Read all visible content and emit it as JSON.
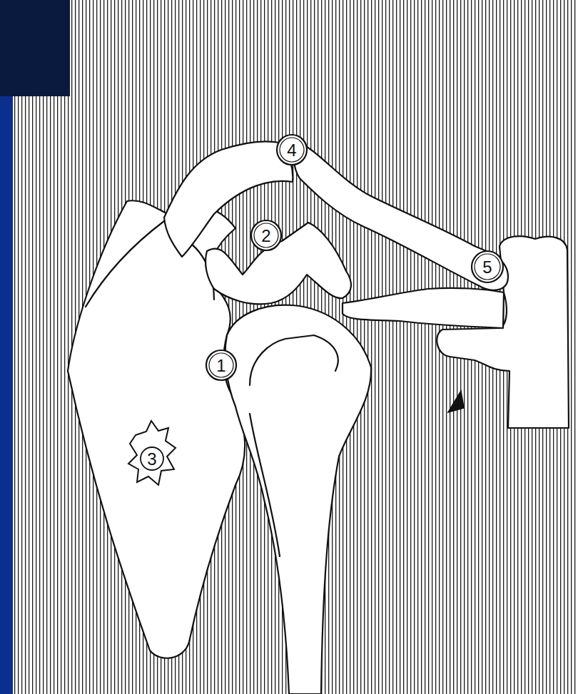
{
  "diagram": {
    "labels": [
      "4",
      "2",
      "5",
      "1",
      "3"
    ]
  }
}
